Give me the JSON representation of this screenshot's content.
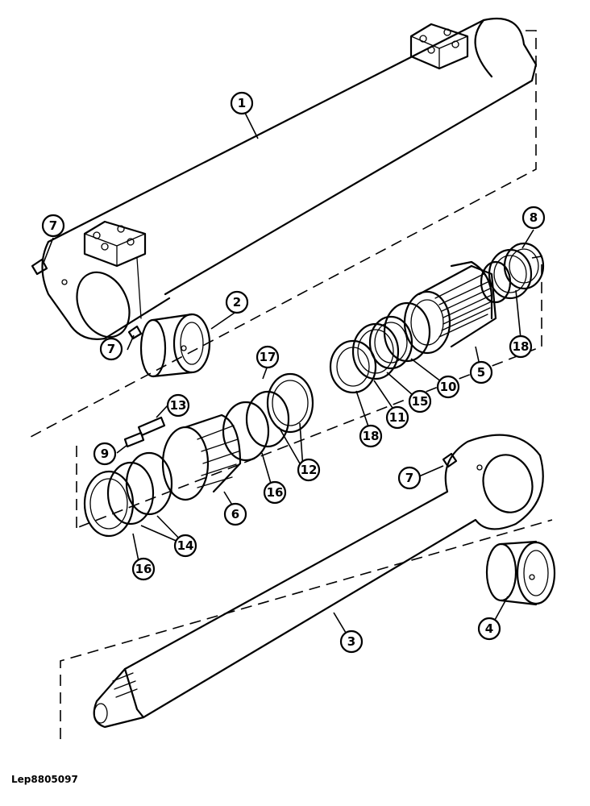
{
  "drawing_ref": "Lep8805097",
  "callouts": [
    "1",
    "2",
    "3",
    "4",
    "5",
    "6",
    "7",
    "8",
    "9",
    "10",
    "11",
    "12",
    "13",
    "14",
    "15",
    "16",
    "17",
    "18"
  ],
  "parts": [
    {
      "name": "cylinder-barrel",
      "callout": "1"
    },
    {
      "name": "barrel-bushing",
      "callout": "2"
    },
    {
      "name": "piston-rod",
      "callout": "3"
    },
    {
      "name": "rod-bushing",
      "callout": "4"
    },
    {
      "name": "cylinder-head",
      "callout": "5"
    },
    {
      "name": "piston",
      "callout": "6"
    },
    {
      "name": "grease-fitting",
      "callout": "7"
    },
    {
      "name": "ring",
      "callout": "8"
    },
    {
      "name": "set-screw",
      "callout": "9"
    },
    {
      "name": "o-ring",
      "callout": "10"
    },
    {
      "name": "backup-ring",
      "callout": "11"
    },
    {
      "name": "piston-seal",
      "callout": "12"
    },
    {
      "name": "pin",
      "callout": "13"
    },
    {
      "name": "wear-ring",
      "callout": "14"
    },
    {
      "name": "rod-seal",
      "callout": "15"
    },
    {
      "name": "wear-ring-outer",
      "callout": "16"
    },
    {
      "name": "seal-17",
      "callout": "17"
    },
    {
      "name": "wiper-ring",
      "callout": "18"
    }
  ]
}
